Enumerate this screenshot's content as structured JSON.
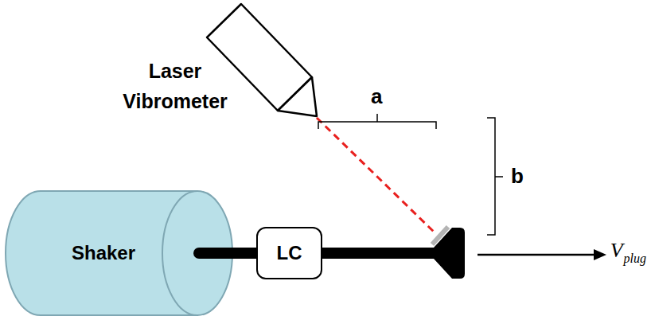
{
  "diagram": {
    "nodes": [
      {
        "text": [
          "Laser Vibrometer"
        ]
      },
      {
        "text": [
          "Shaker"
        ]
      },
      {
        "text": [
          "LC"
        ]
      }
    ],
    "edges": [
      {
        "from": 1,
        "to": 2,
        "arrow": "none"
      }
    ],
    "labels": [
      "a",
      "b",
      "V",
      "plug"
    ]
  }
}
